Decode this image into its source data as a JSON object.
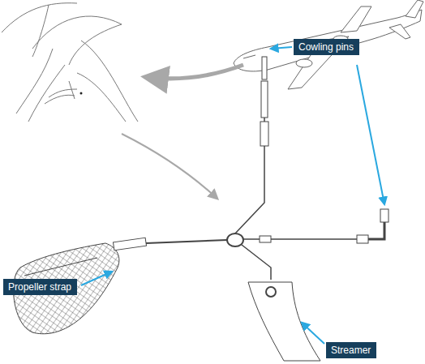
{
  "diagram": {
    "nodes": [
      {
        "text": [
          "Cowling pins"
        ]
      },
      {
        "text": [
          "Propeller strap"
        ]
      },
      {
        "text": [
          "Streamer"
        ]
      }
    ]
  }
}
